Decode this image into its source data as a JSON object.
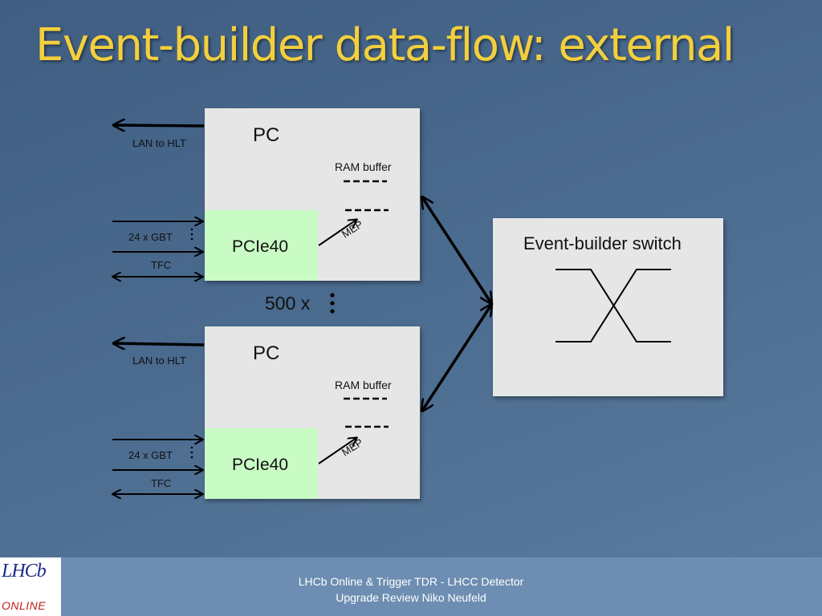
{
  "slide": {
    "title": "Event-builder data-flow: external"
  },
  "pc_units": [
    {
      "pc_label": "PC",
      "ram_label": "RAM buffer",
      "pcie_label": "PCIe40",
      "mep_label": "MEP",
      "lan_label": "LAN to HLT",
      "gbt_label": "24 x GBT",
      "tfc_label": "TFC"
    },
    {
      "pc_label": "PC",
      "ram_label": "RAM buffer",
      "pcie_label": "PCIe40",
      "mep_label": "MEP",
      "lan_label": "LAN to HLT",
      "gbt_label": "24 x GBT",
      "tfc_label": "TFC"
    }
  ],
  "multiplicity_label": "500 x",
  "switch": {
    "label": "Event-builder switch"
  },
  "footer": {
    "line1": "LHCb Online & Trigger TDR - LHCC Detector",
    "line2": "Upgrade Review Niko Neufeld"
  },
  "logo": {
    "top_text": "LHCb",
    "bottom_text": "ONLINE"
  }
}
